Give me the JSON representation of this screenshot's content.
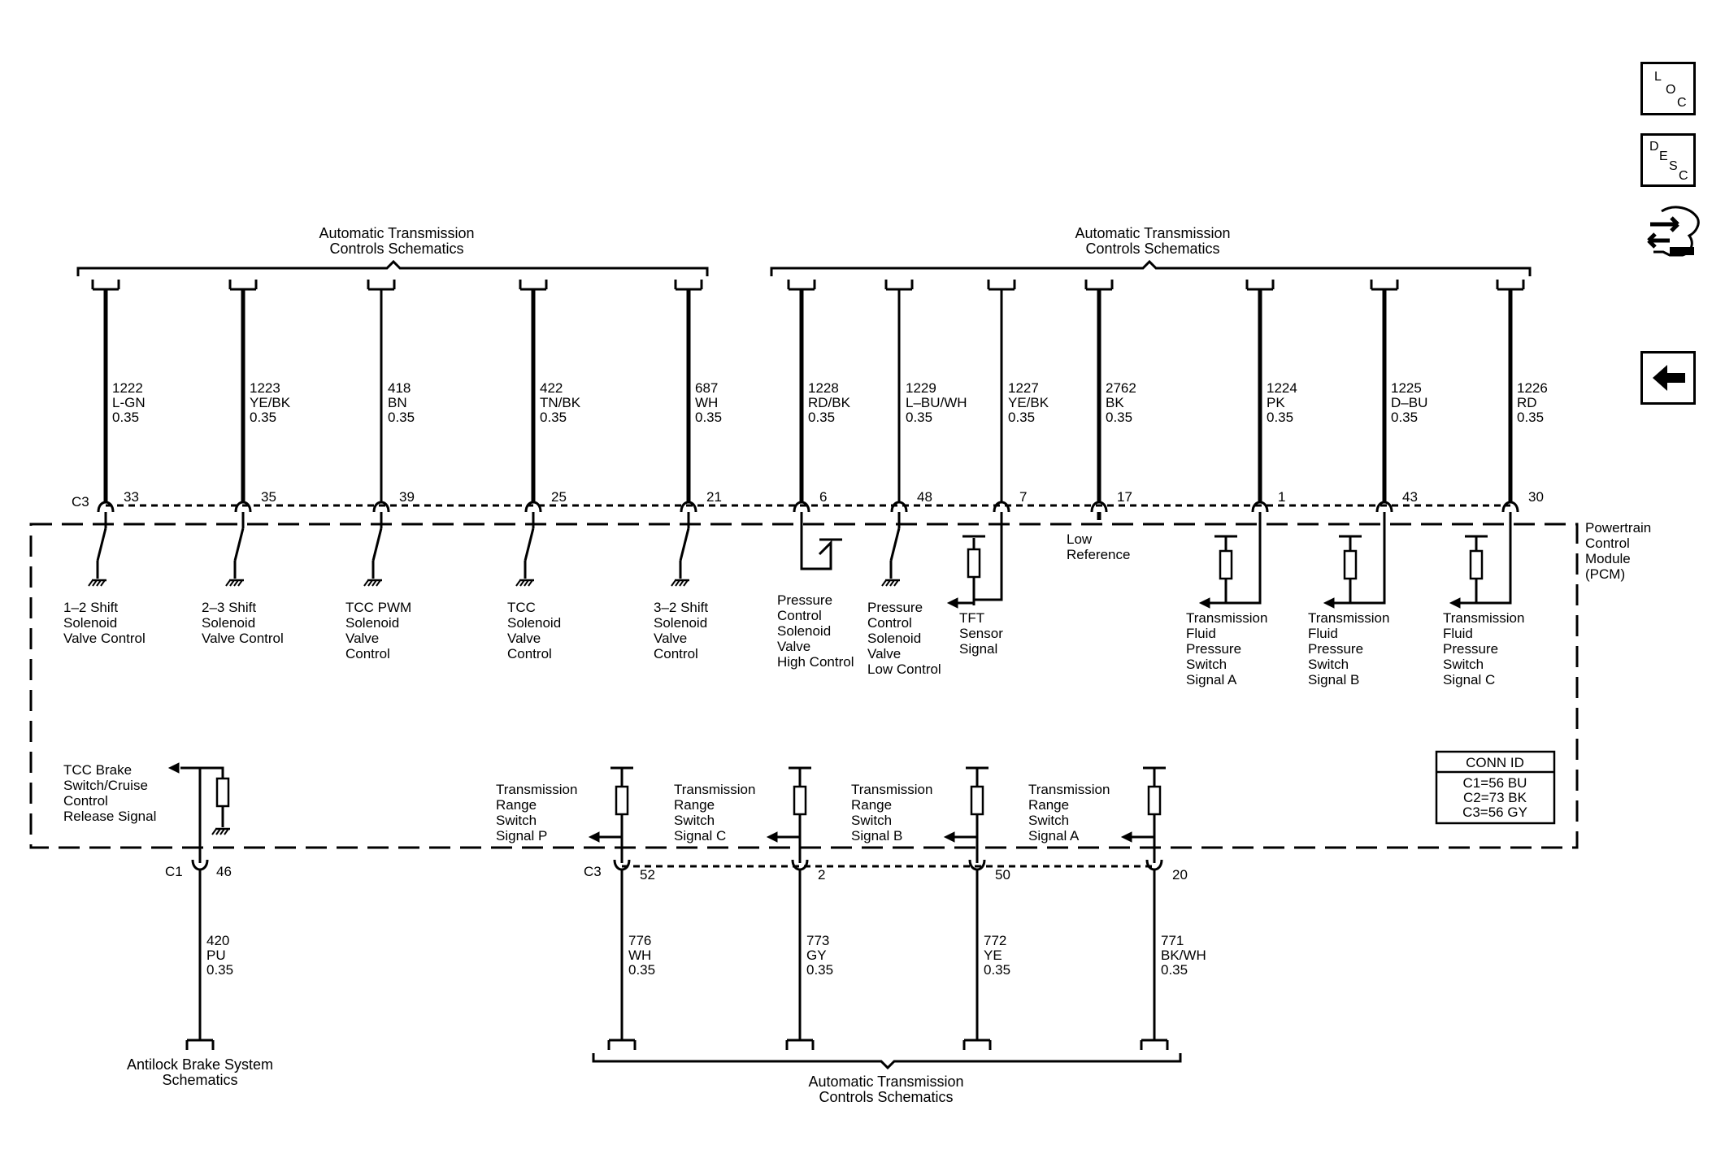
{
  "headers": {
    "top_left_line1": "Automatic Transmission",
    "top_left_line2": "Controls Schematics",
    "top_right_line1": "Automatic Transmission",
    "top_right_line2": "Controls Schematics",
    "bottom_line1": "Automatic Transmission",
    "bottom_line2": "Controls Schematics",
    "abs_line1": "Antilock Brake System",
    "abs_line2": "Schematics"
  },
  "module": {
    "lines": [
      "Powertrain",
      "Control",
      "Module",
      "(PCM)"
    ]
  },
  "conn_id": {
    "title": "CONN ID",
    "rows": [
      "C1=56 BU",
      "C2=73 BK",
      "C3=56 GY"
    ]
  },
  "connector_labels": {
    "top": "C3",
    "bottom_left": "C1",
    "bottom_mid": "C3"
  },
  "top_circuits": [
    {
      "circuit": "1222",
      "color": "L-GN",
      "size": "0.35",
      "pin": "33",
      "label": [
        "1–2 Shift",
        "Solenoid",
        "Valve Control"
      ]
    },
    {
      "circuit": "1223",
      "color": "YE/BK",
      "size": "0.35",
      "pin": "35",
      "label": [
        "2–3 Shift",
        "Solenoid",
        "Valve Control"
      ]
    },
    {
      "circuit": "418",
      "color": "BN",
      "size": "0.35",
      "pin": "39",
      "label": [
        "TCC PWM",
        "Solenoid",
        "Valve",
        "Control"
      ]
    },
    {
      "circuit": "422",
      "color": "TN/BK",
      "size": "0.35",
      "pin": "25",
      "label": [
        "TCC",
        "Solenoid",
        "Valve",
        "Control"
      ]
    },
    {
      "circuit": "687",
      "color": "WH",
      "size": "0.35",
      "pin": "21",
      "label": [
        "3–2 Shift",
        "Solenoid",
        "Valve",
        "Control"
      ]
    },
    {
      "circuit": "1228",
      "color": "RD/BK",
      "size": "0.35",
      "pin": "6",
      "label": [
        "Pressure",
        "Control",
        "Solenoid",
        "Valve",
        "High Control"
      ]
    },
    {
      "circuit": "1229",
      "color": "L–BU/WH",
      "size": "0.35",
      "pin": "48",
      "label": [
        "Pressure",
        "Control",
        "Solenoid",
        "Valve",
        "Low Control"
      ]
    },
    {
      "circuit": "1227",
      "color": "YE/BK",
      "size": "0.35",
      "pin": "7",
      "label": [
        "TFT",
        "Sensor",
        "Signal"
      ]
    },
    {
      "circuit": "2762",
      "color": "BK",
      "size": "0.35",
      "pin": "17",
      "label": [
        "Low",
        "Reference"
      ]
    },
    {
      "circuit": "1224",
      "color": "PK",
      "size": "0.35",
      "pin": "1",
      "label": [
        "Transmission",
        "Fluid",
        "Pressure",
        "Switch",
        "Signal A"
      ]
    },
    {
      "circuit": "1225",
      "color": "D–BU",
      "size": "0.35",
      "pin": "43",
      "label": [
        "Transmission",
        "Fluid",
        "Pressure",
        "Switch",
        "Signal B"
      ]
    },
    {
      "circuit": "1226",
      "color": "RD",
      "size": "0.35",
      "pin": "30",
      "label": [
        "Transmission",
        "Fluid",
        "Pressure",
        "Switch",
        "Signal C"
      ]
    }
  ],
  "bottom_left_circuit": {
    "circuit": "420",
    "color": "PU",
    "size": "0.35",
    "pin": "46",
    "label": [
      "TCC Brake",
      "Switch/Cruise",
      "Control",
      "Release Signal"
    ]
  },
  "bottom_circuits": [
    {
      "circuit": "776",
      "color": "WH",
      "size": "0.35",
      "pin": "52",
      "label": [
        "Transmission",
        "Range",
        "Switch",
        "Signal P"
      ]
    },
    {
      "circuit": "773",
      "color": "GY",
      "size": "0.35",
      "pin": "2",
      "label": [
        "Transmission",
        "Range",
        "Switch",
        "Signal C"
      ]
    },
    {
      "circuit": "772",
      "color": "YE",
      "size": "0.35",
      "pin": "50",
      "label": [
        "Transmission",
        "Range",
        "Switch",
        "Signal B"
      ]
    },
    {
      "circuit": "771",
      "color": "BK/WH",
      "size": "0.35",
      "pin": "20",
      "label": [
        "Transmission",
        "Range",
        "Switch",
        "Signal A"
      ]
    }
  ],
  "side_buttons": {
    "loc": {
      "l1": "L",
      "l2": "O",
      "l3": "C"
    },
    "desc": {
      "l1": "D",
      "l2": "E",
      "l3": "S",
      "l4": "C"
    },
    "icons": [
      "connector-view-icon",
      "back-arrow-icon"
    ]
  }
}
